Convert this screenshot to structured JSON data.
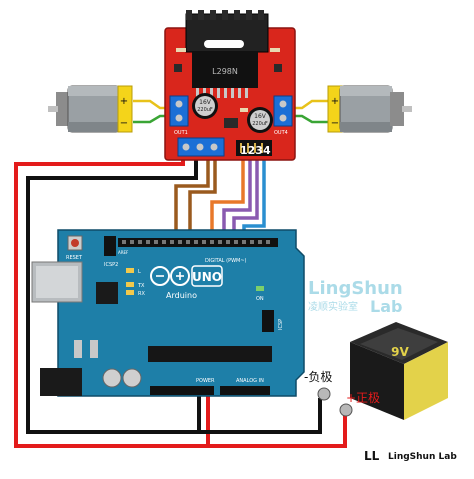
{
  "driver": {
    "terminal_digits": "1234",
    "out_left": "OUT1",
    "out_right": "OUT4",
    "cap_left": [
      "16V",
      "220uF"
    ],
    "cap_right": [
      "16V",
      "220uF"
    ],
    "chip": "L298N"
  },
  "motor_left": {
    "plus": "+",
    "minus": "−"
  },
  "motor_right": {
    "plus": "+",
    "minus": "−"
  },
  "arduino": {
    "reset_label": "RESET",
    "icsp2_label": "ICSP2",
    "digital_label": "DIGITAL (PWM~)",
    "brand": "Arduino",
    "uno": "UNO",
    "tx": "TX",
    "rx": "RX",
    "l_led": "L",
    "on_led": "ON",
    "icsp_label": "ICSP",
    "power_label": "POWER",
    "analog_label": "ANALOG IN",
    "aref": "AREF"
  },
  "watermark": {
    "line1": "LingShun",
    "line2_cn": "凌顺实验室",
    "line2_en": "Lab"
  },
  "battery": {
    "voltage": "9V",
    "negative_label": "-负极",
    "positive_label": "+正极"
  },
  "footer": {
    "logo": "LL",
    "name": "LingShun Lab"
  },
  "colors": {
    "driver_board": "#d9261c",
    "arduino_board": "#1e7fa8",
    "wire_red": "#e31b1b",
    "wire_black": "#111111",
    "wire_brown": "#9a5a1e",
    "wire_orange": "#e8782a",
    "wire_purple": "#8a5ab0",
    "wire_blue": "#2a8fd0",
    "wire_green": "#3aa535",
    "wire_yellow": "#e8c21a",
    "watermark": "#8fcfe0"
  }
}
